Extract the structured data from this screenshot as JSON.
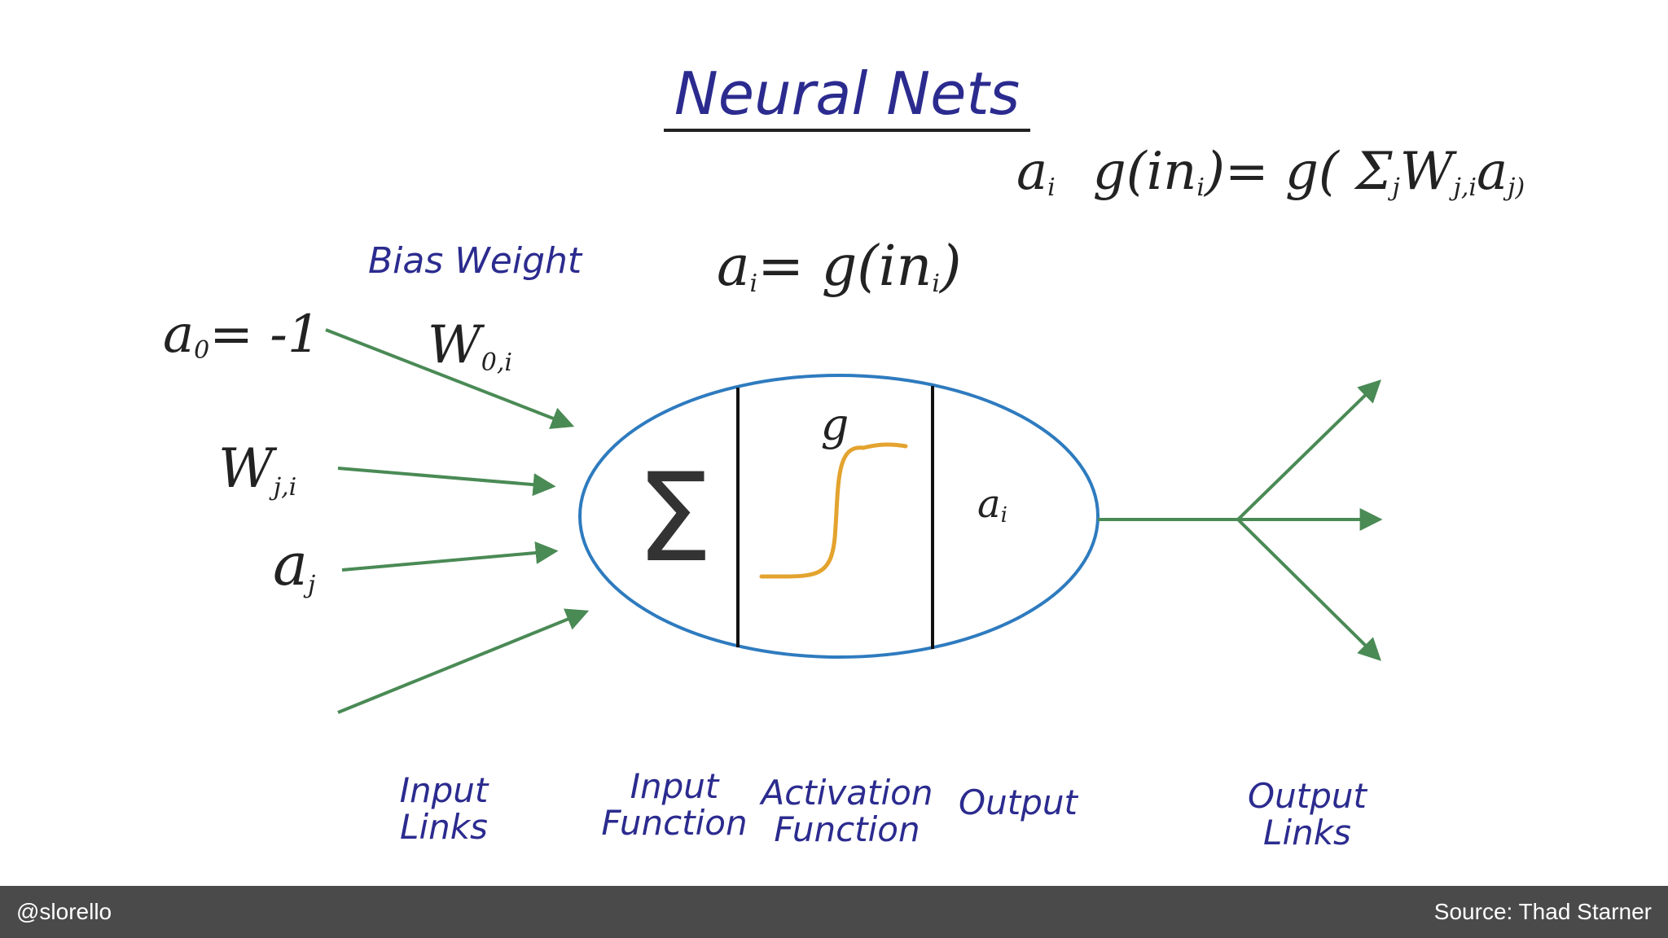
{
  "title": "Neural Nets",
  "formula_top": {
    "lhs": "a",
    "lhs_sub": "i",
    "g1": "g(in",
    "g1_sub": "i",
    "eq": ")= g( Σ",
    "sum_sub": "j",
    "w": "W",
    "w_sub": "j,i",
    "a": "a",
    "a_sub": "j)"
  },
  "formula_mid": {
    "a": "a",
    "a_sub": "i",
    "rest": "= g(in",
    "in_sub": "i",
    "close": ")"
  },
  "bias_label": "Bias Weight",
  "input_a0": {
    "a": "a",
    "sub": "0",
    "rest": "= -1"
  },
  "weight_w0": {
    "w": "W",
    "sub": "0,i"
  },
  "weight_wj": {
    "w": "W",
    "sub": "j,i"
  },
  "input_aj": {
    "a": "a",
    "sub": "j"
  },
  "neuron": {
    "sum_symbol": "Σ",
    "g_label": "g",
    "out_a": "a",
    "out_sub": "i",
    "colors": {
      "ellipse": "#2e7bbf",
      "sigmoid": "#e3a32e",
      "arrows": "#4a8a55",
      "dividers": "#111111"
    }
  },
  "labels": {
    "input_links": [
      "Input",
      "Links"
    ],
    "input_function": [
      "Input",
      "Function"
    ],
    "activation_function": [
      "Activation",
      "Function"
    ],
    "output": "Output",
    "output_links": [
      "Output",
      "Links"
    ]
  },
  "footer": {
    "left": "@slorello",
    "right": "Source: Thad Starner"
  }
}
